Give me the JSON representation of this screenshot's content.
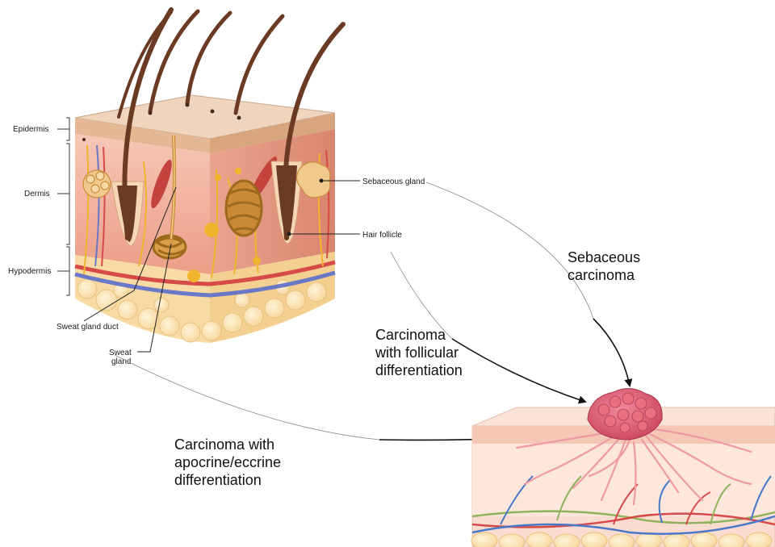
{
  "layers": {
    "epidermis": "Epidermis",
    "dermis": "Dermis",
    "hypodermis": "Hypodermis"
  },
  "structures": {
    "sebaceous_gland": "Sebaceous gland",
    "hair_follicle": "Hair follicle",
    "sweat_gland_duct": "Sweat gland duct",
    "sweat_gland_line1": "Sweat",
    "sweat_gland_line2": "gland"
  },
  "carcinomas": {
    "sebaceous": [
      "Sebaceous",
      "carcinoma"
    ],
    "follicular": [
      "Carcinoma",
      "with follicular",
      "differentiation"
    ],
    "apocrine": [
      "Carcinoma with",
      "apocrine/eccrine",
      "differentiation"
    ]
  },
  "colors": {
    "epidermis": "#e9c9ad",
    "dermis": "#f2b5a3",
    "hypodermis": "#fbe2b0",
    "hair": "#6b3a22",
    "gland": "#e8b25c",
    "artery": "#d74a4a",
    "vein": "#5a7bc8",
    "tumor": "#d9536b",
    "arrow": "#111111"
  }
}
